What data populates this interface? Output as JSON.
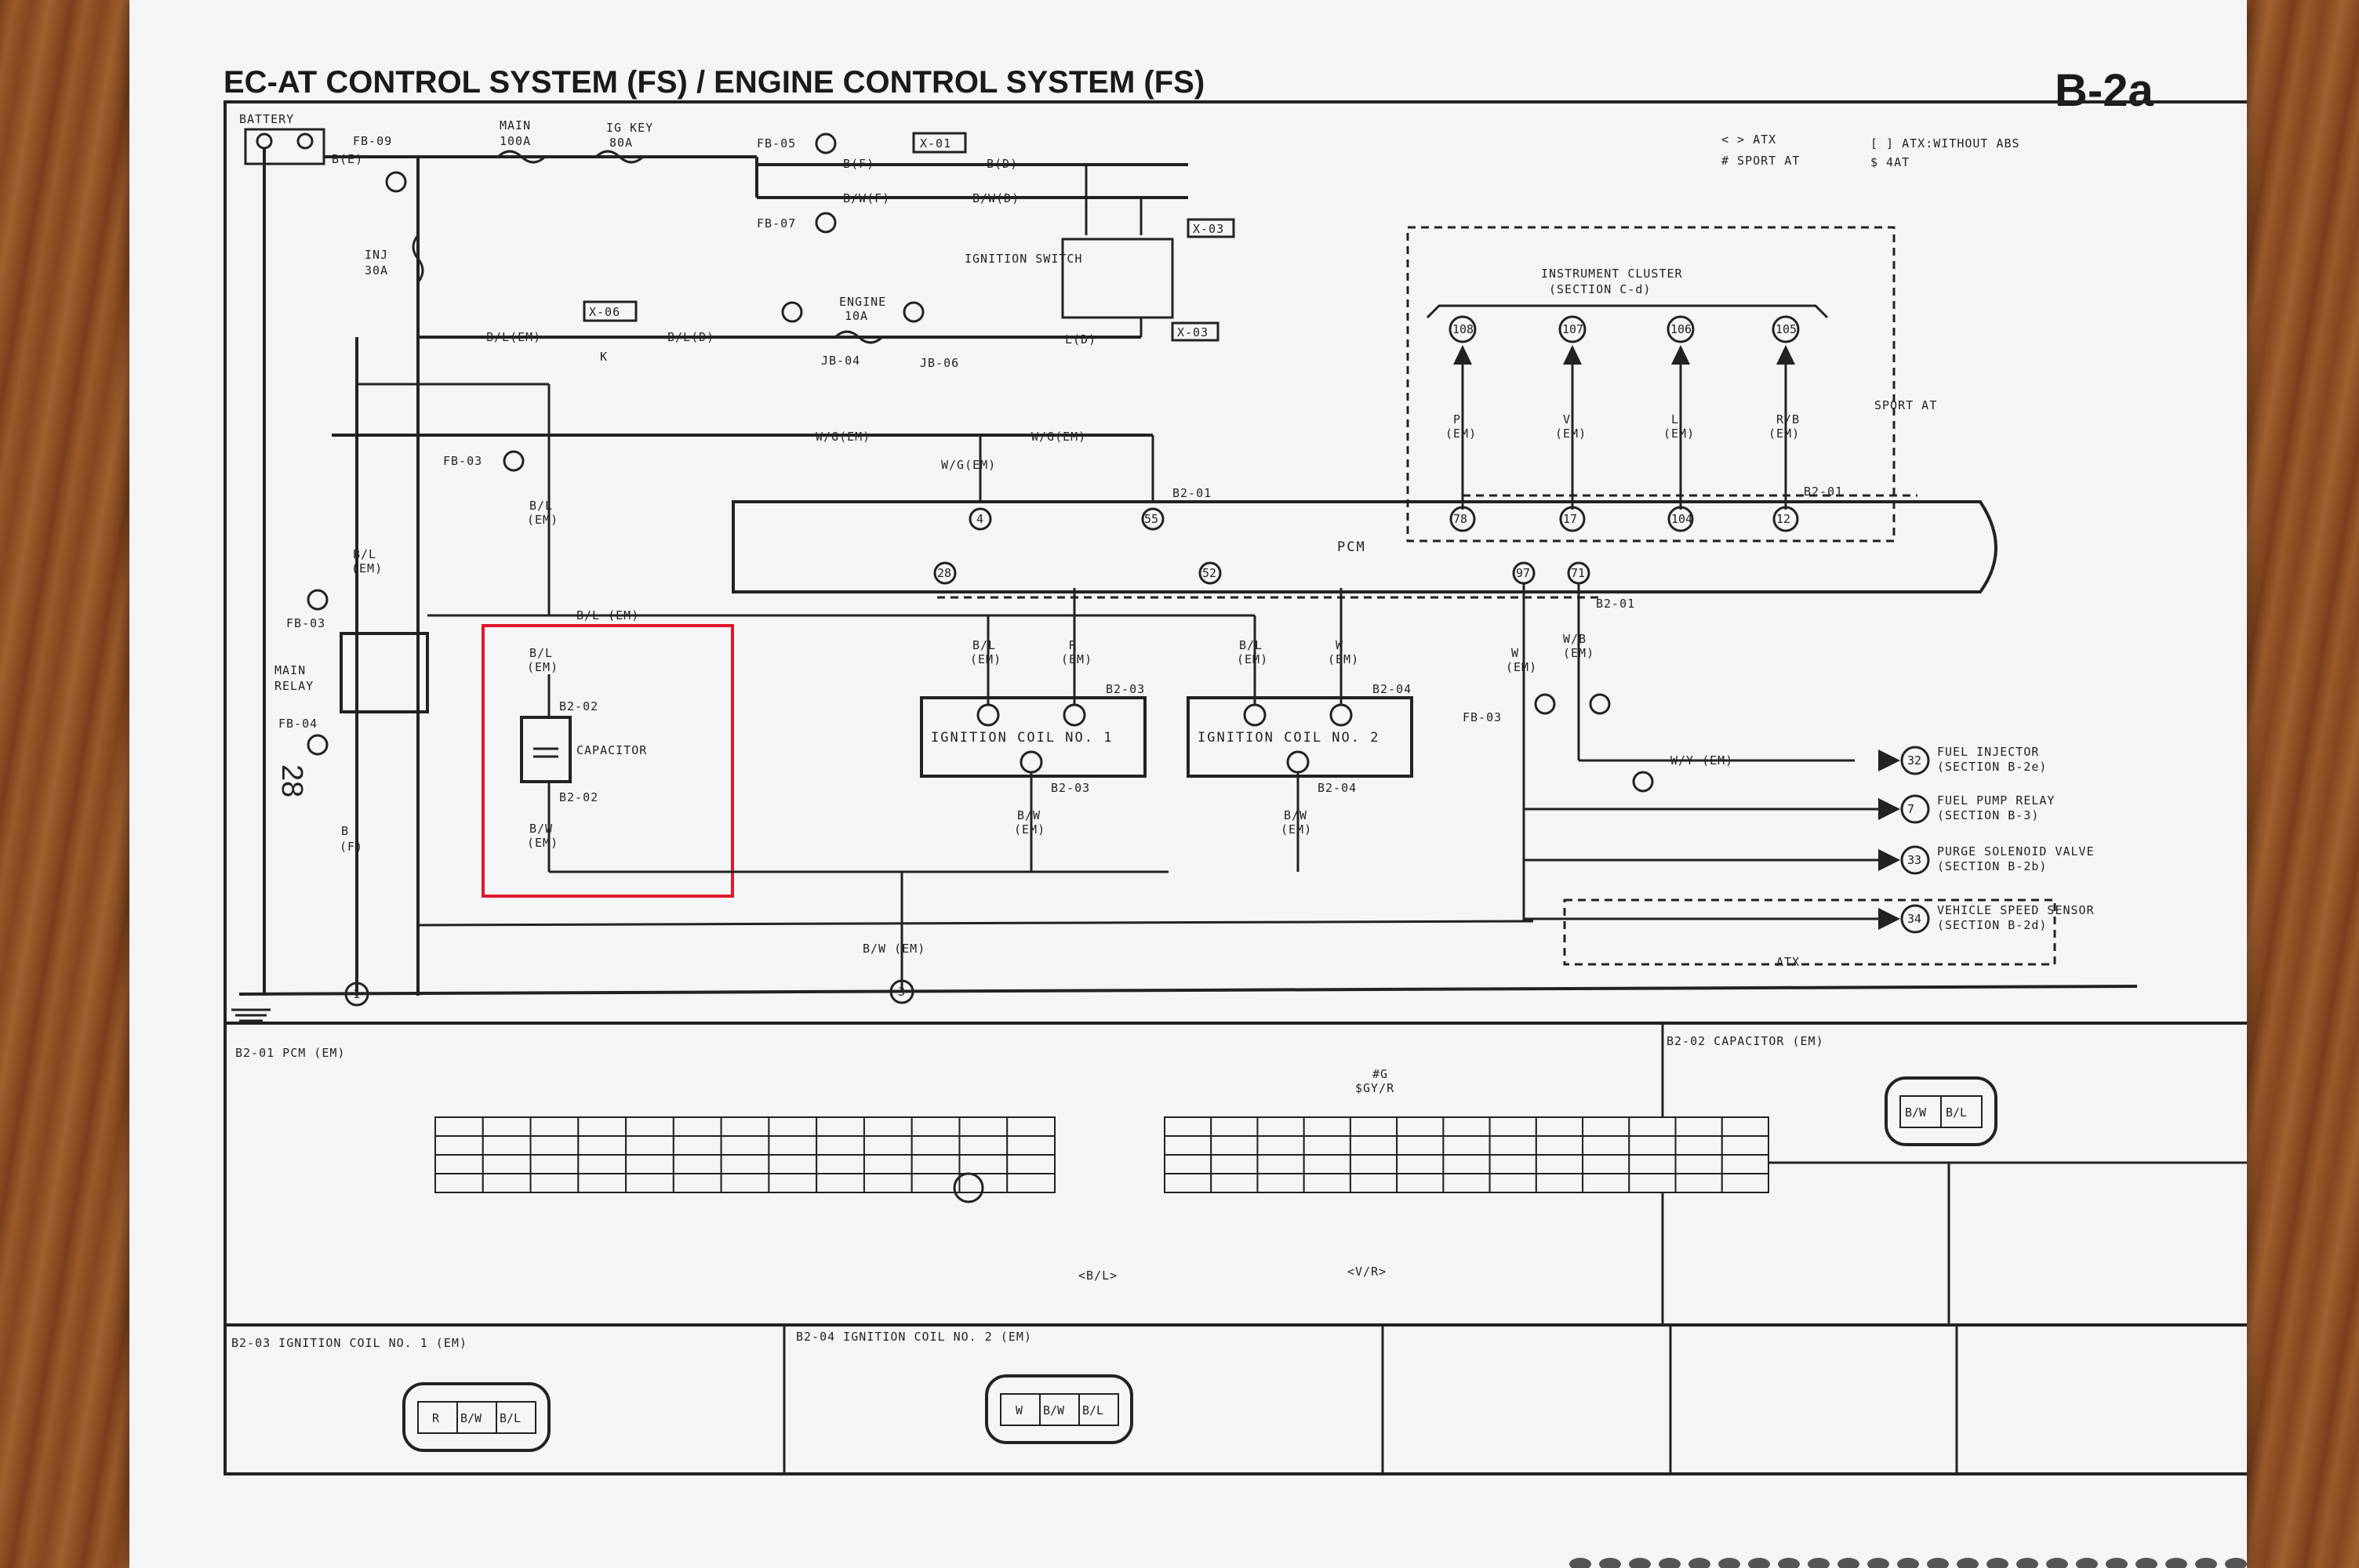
{
  "page": {
    "title": "EC-AT CONTROL SYSTEM (FS) / ENGINE CONTROL SYSTEM (FS)",
    "section": "B-2a",
    "page_number": "28"
  },
  "legend": {
    "atx": "< > ATX",
    "atx_without_abs": "[ ] ATX:WITHOUT ABS",
    "sport_at": "# SPORT AT",
    "four_at": "$ 4AT"
  },
  "power": {
    "battery": "BATTERY",
    "fb09": "FB-09",
    "b_e": "B(E)",
    "main_fuse": "MAIN",
    "main_amp": "100A",
    "igkey_fuse": "IG KEY",
    "igkey_amp": "80A",
    "inj_fuse": "INJ",
    "inj_amp": "30A",
    "fb05": "FB-05",
    "fb07": "FB-07",
    "x01": "X-01",
    "x03": "X-03",
    "x06": "X-06",
    "b_f": "B(F)",
    "b_d": "B(D)",
    "bw_f": "B/W(F)",
    "bw_d": "B/W(D)",
    "ignition_switch": "IGNITION SWITCH",
    "engine_fuse": "ENGINE",
    "engine_amp": "10A",
    "jb04": "JB-04",
    "jb06": "JB-06",
    "bl_em": "B/L(EM)",
    "bl_d": "B/L(D)",
    "l_d": "L(D)",
    "k": "K"
  },
  "signals": {
    "fb03_i": "FB-03",
    "wg_em": "W/G(EM)",
    "b201": "B2-01",
    "pcm": "PCM",
    "main_relay": "MAIN RELAY",
    "fb03_t": "FB-03",
    "fb04": "FB-04",
    "b_f2": "B (F)",
    "bl_em_v": "B/L (EM)"
  },
  "capacitor": {
    "label": "CAPACITOR",
    "conn_top": "B2-02",
    "conn_bot": "B2-02",
    "wire_in": "B/L (EM)",
    "wire_out": "B/W (EM)"
  },
  "coils": [
    {
      "label": "IGNITION COIL NO. 1",
      "conn": "B2-03",
      "wire1": "B/L (EM)",
      "wire2": "R (EM)",
      "out": "B/W (EM)"
    },
    {
      "label": "IGNITION COIL NO. 2",
      "conn": "B2-04",
      "wire1": "B/L (EM)",
      "wire2": "W (EM)",
      "out": "B/W (EM)"
    }
  ],
  "cluster": {
    "label": "INSTRUMENT CLUSTER",
    "section": "(SECTION C-d)",
    "sport_at": "SPORT AT",
    "pins": [
      "108",
      "107",
      "106",
      "105"
    ],
    "wires": [
      "P (EM)",
      "V (EM)",
      "L (EM)",
      "R/B (EM)"
    ],
    "pcm_pins": [
      "78",
      "17",
      "104",
      "12"
    ]
  },
  "pcm_pins": {
    "p4": "4",
    "p55": "55",
    "p28": "28",
    "p52": "52",
    "p97": "97",
    "p71": "71"
  },
  "outputs": [
    {
      "pin": "32",
      "label": "FUEL INJECTOR",
      "section": "(SECTION B-2e)"
    },
    {
      "pin": "7",
      "label": "FUEL PUMP RELAY",
      "section": "(SECTION B-3)"
    },
    {
      "pin": "33",
      "label": "PURGE SOLENOID VALVE",
      "section": "(SECTION B-2b)"
    },
    {
      "pin": "34",
      "label": "VEHICLE SPEED SENSOR",
      "section": "(SECTION B-2d)"
    }
  ],
  "output_wires": {
    "w": "W (EM)",
    "wb": "W/B (EM)",
    "wy": "W/Y (EM)",
    "fb03": "FB-03",
    "atx": "ATX"
  },
  "ground": {
    "bw_em": "B/W (EM)",
    "g1": "1",
    "g3": "3"
  },
  "connectors": {
    "b201": "B2-01 PCM (EM)",
    "b202": "B2-02 CAPACITOR (EM)",
    "b203": "B2-03 IGNITION COIL NO. 1 (EM)",
    "b204": "B2-04 IGNITION COIL NO. 2 (EM)",
    "b202_pins": [
      "B/W",
      "B/L"
    ],
    "b203_pins": [
      "R",
      "B/W",
      "B/L"
    ],
    "b204_pins": [
      "W",
      "B/W",
      "B/L"
    ],
    "pcm_left_note_bl": "<B/L>",
    "pcm_right_note_vr": "<V/R>",
    "pcm_g_note": "#G",
    "pcm_gyr_note": "$GY/R"
  },
  "highlight_color": "#e0182a"
}
